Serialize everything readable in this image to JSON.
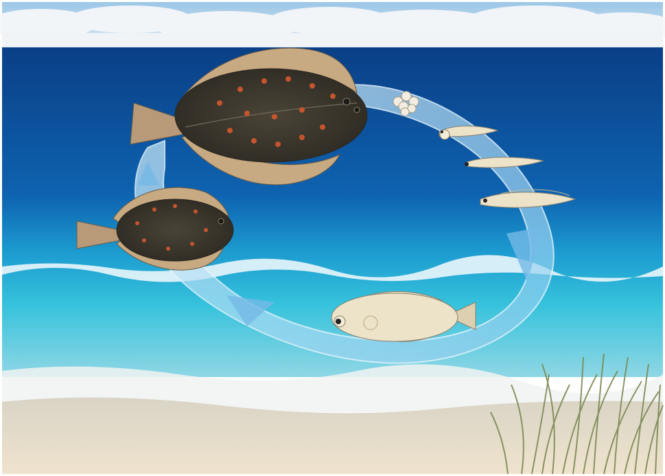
{
  "diagram": {
    "stages": [
      {
        "id": "eggs",
        "icon": "eggs-icon"
      },
      {
        "id": "larva-early",
        "icon": "larva-icon"
      },
      {
        "id": "larva-developing",
        "icon": "larva-icon"
      },
      {
        "id": "larva-late",
        "icon": "larva-icon"
      },
      {
        "id": "metamorphosing-juvenile",
        "icon": "juvenile-fish-icon"
      },
      {
        "id": "young-flatfish",
        "icon": "flatfish-icon"
      },
      {
        "id": "adult-flatfish",
        "icon": "flatfish-icon"
      }
    ],
    "cycle_direction": "clockwise"
  },
  "colors": {
    "sky": "#bcd8ec",
    "cloud": "#f4f6f8",
    "deep_sea": "#0b4f9b",
    "shallow_sea": "#27b0d6",
    "surf": "#eef6fb",
    "sand": "#e9e0cf",
    "arrow": "#a9d8f2",
    "fish_body": "#3f3a30",
    "fish_spot": "#c4552c",
    "fin": "#b99a78",
    "larva": "#ede3c9",
    "grass": "#7c8a55"
  }
}
